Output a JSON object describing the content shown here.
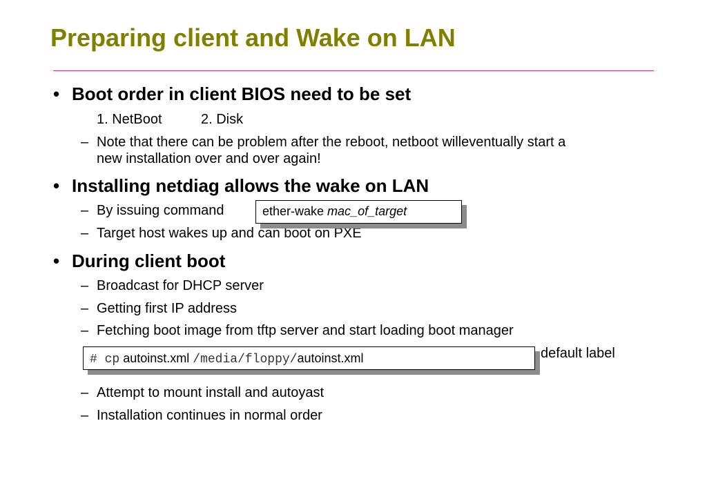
{
  "slide": {
    "title": "Preparing client and Wake on LAN",
    "bullets": [
      {
        "text": "Boot order in client BIOS need to be set",
        "order_items": [
          "1. NetBoot",
          "2. Disk"
        ],
        "subitems": [
          "Note that there can be problem after the reboot, netboot willeventually start a",
          "new installation over and over again!"
        ]
      },
      {
        "text": "Installing netdiag allows the wake on LAN",
        "subitems": [
          "By issuing command",
          "Target host wakes up and can boot on PXE"
        ]
      },
      {
        "text": "During client boot",
        "subitems": [
          "Broadcast for DHCP server",
          "Getting first IP address",
          "Fetching boot image from tftp server and start loading boot manager",
          "default label",
          "Attempt to mount install and autoyast",
          "Installation continues in normal order"
        ]
      }
    ],
    "bullet_symbol": "•",
    "dash_symbol": "–",
    "wake_command": {
      "cmd": "ether-wake ",
      "arg": "mac_of_target"
    },
    "cp_command": {
      "prompt": "# cp",
      "src": " autoinst.xml ",
      "dest_path": "/media/floppy/",
      "dest_file": "autoinst.xml"
    }
  }
}
